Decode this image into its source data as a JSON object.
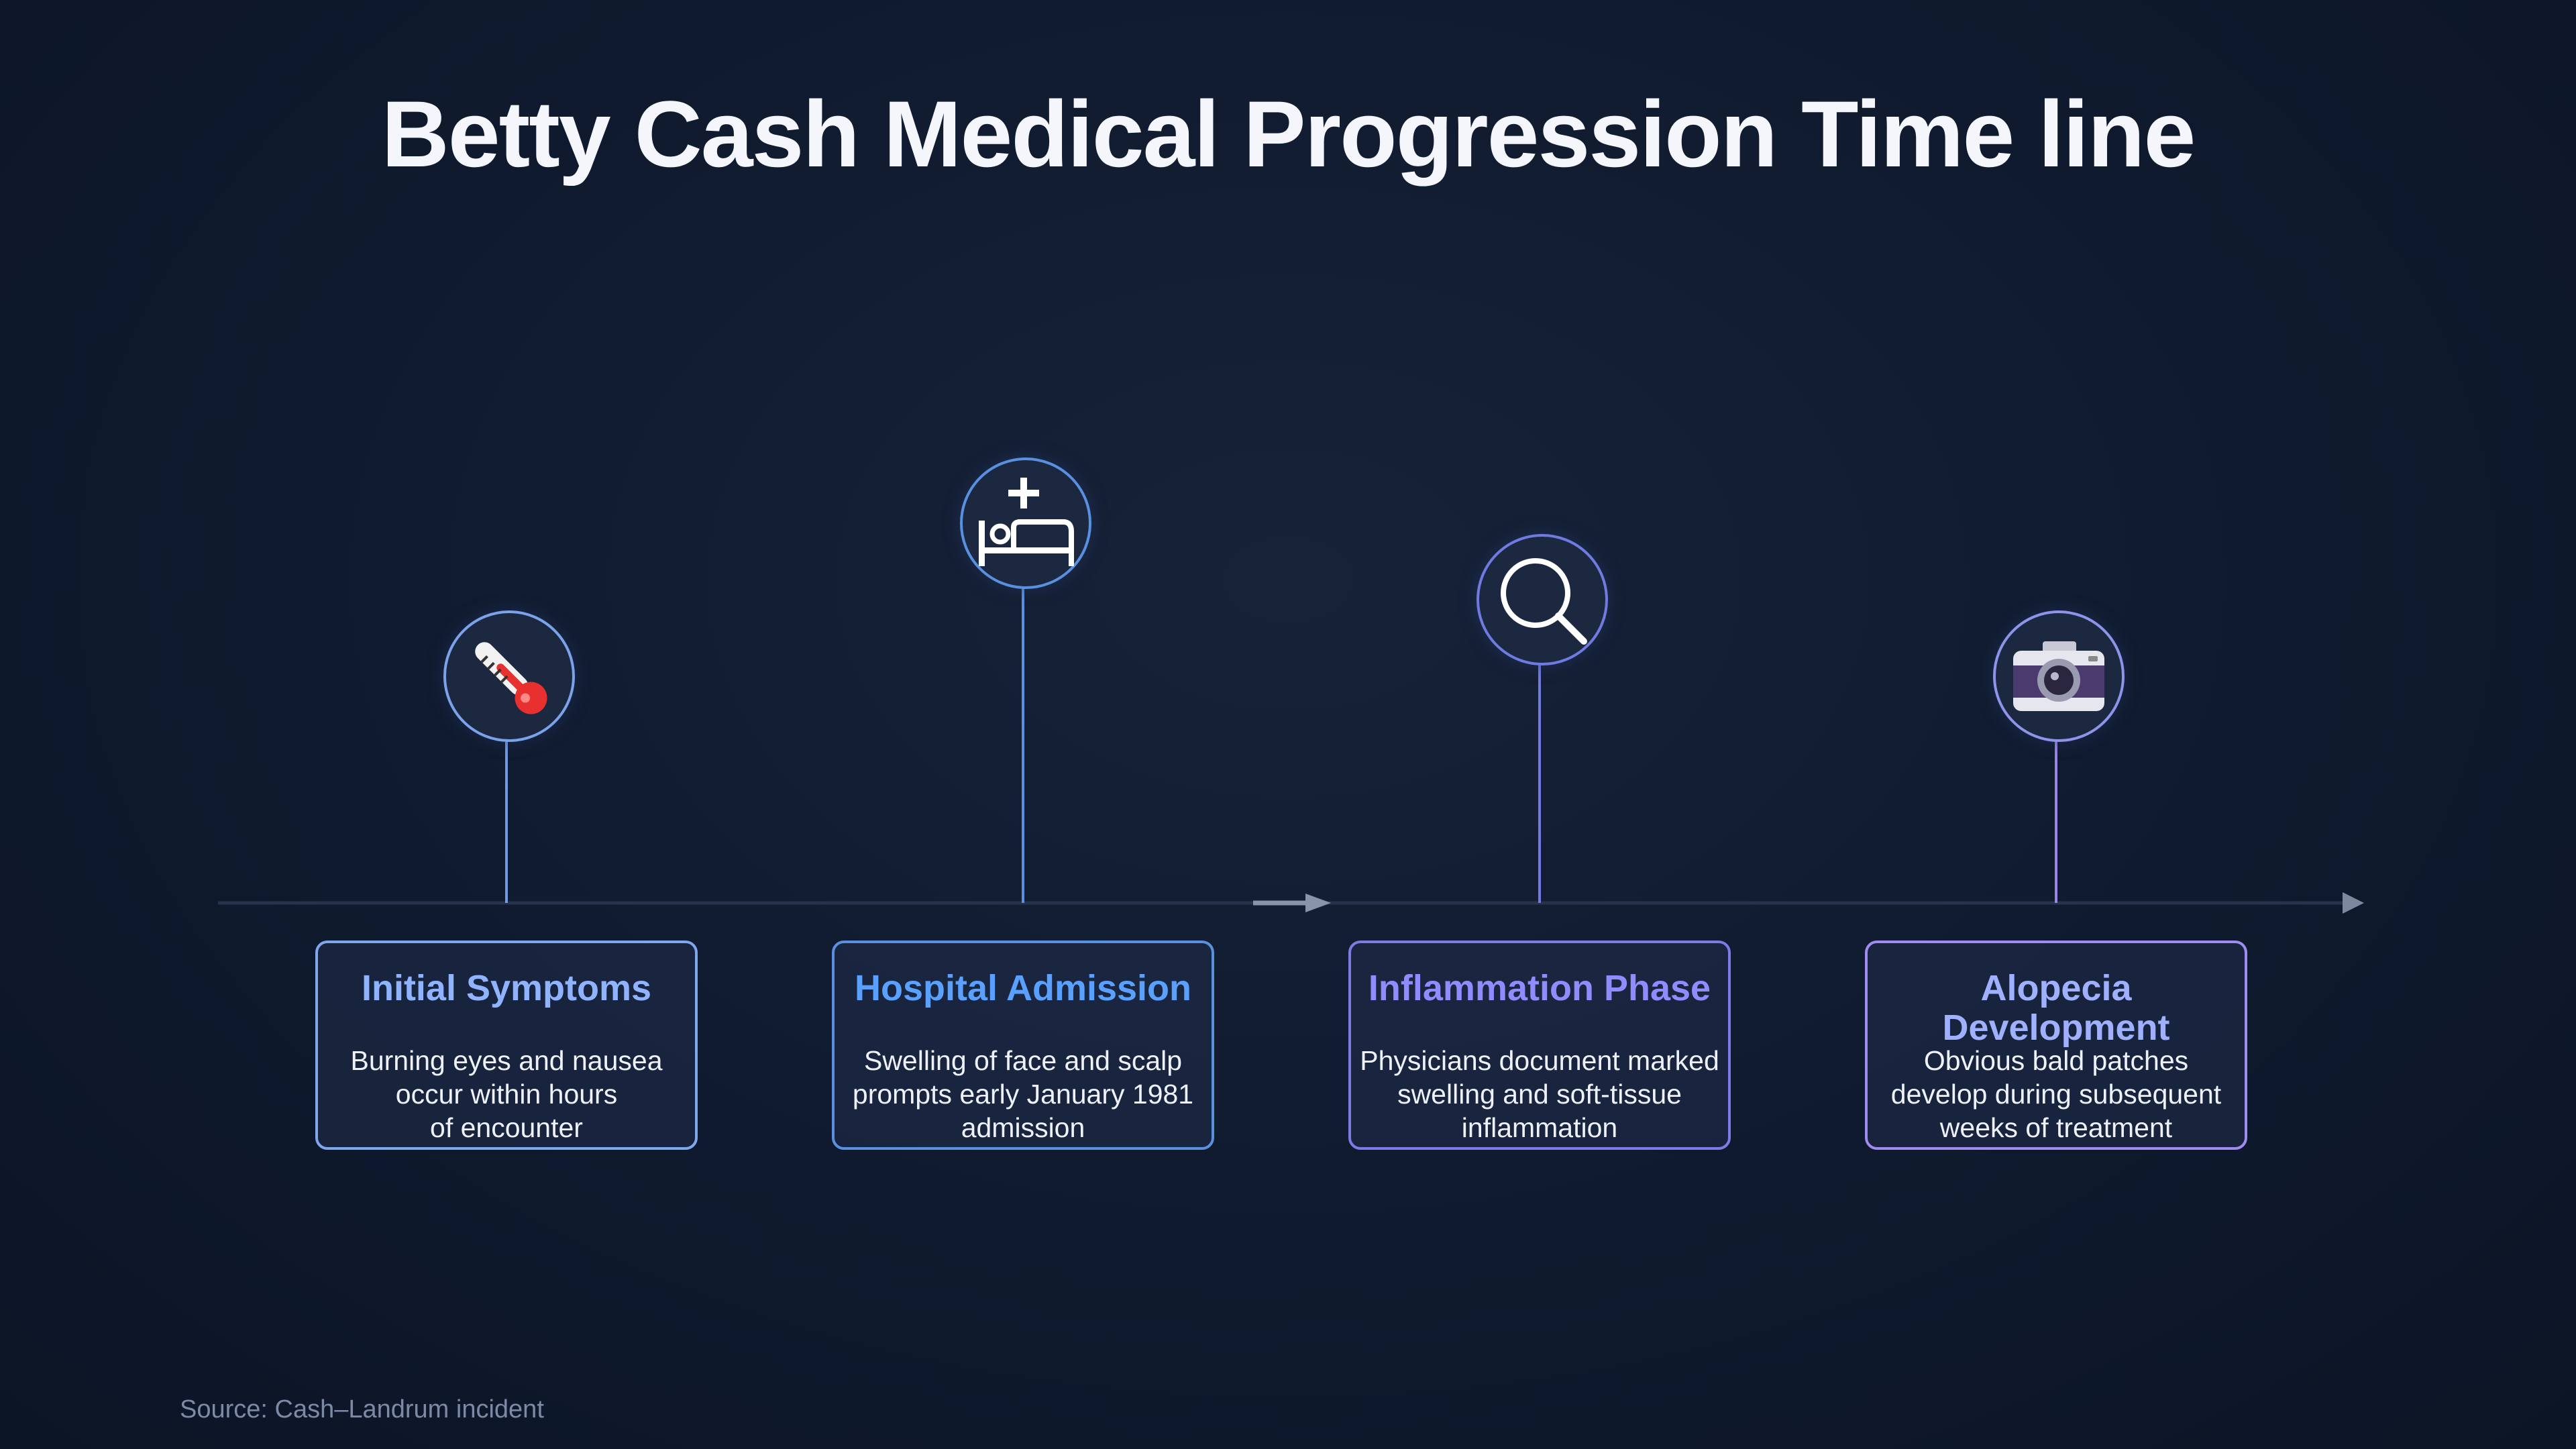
{
  "title": "Betty Cash Medical Progression Time line",
  "source": "Source: Cash–Landrum incident",
  "events": [
    {
      "title": "Initial Symptoms",
      "desc_lines": [
        "Burning eyes and nausea",
        "occur within hours",
        "of encounter"
      ],
      "icon": "thermometer-icon",
      "accent": "#8fb3ff"
    },
    {
      "title": "Hospital Admission",
      "desc_lines": [
        "Swelling of face and scalp",
        "prompts early January 1981",
        "admission"
      ],
      "icon": "hospital-bed-icon",
      "accent": "#5aa0ff"
    },
    {
      "title": "Inflammation Phase",
      "desc_lines": [
        "Physicians document marked",
        "swelling and soft-tissue",
        "inflammation"
      ],
      "icon": "magnifier-icon",
      "accent": "#8f8cff"
    },
    {
      "title": "Alopecia Development",
      "desc_lines": [
        "Obvious bald patches",
        "develop during subsequent",
        "weeks of treatment"
      ],
      "icon": "camera-icon",
      "accent": "#9fb0ff"
    }
  ],
  "colors": {
    "axis": "#2a3650",
    "card_borders": [
      "#7fa8ec",
      "#5a90e0",
      "#7f7be6",
      "#a08cf0"
    ],
    "stems": [
      "#6f9be6",
      "#5a8fe3",
      "#6f7be0",
      "#9a84e6"
    ]
  }
}
